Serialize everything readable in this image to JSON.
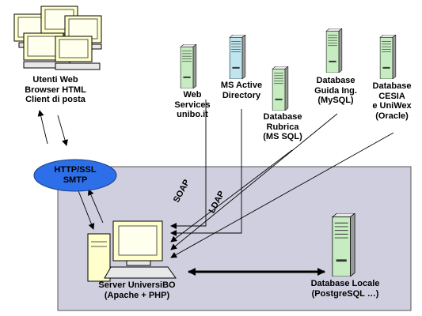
{
  "colors": {
    "panel": "#cfcfdf",
    "oval": "#2d6fe8",
    "server": "#c7ecc2",
    "server_alt": "#bfe6ee",
    "monitor": "#ffffcc"
  },
  "nodes": {
    "clients": {
      "lines": [
        "Utenti Web",
        "Browser HTML",
        "Client di posta"
      ]
    },
    "protocol": {
      "lines": [
        "HTTP/SSL",
        "SMTP"
      ]
    },
    "web_services": {
      "lines": [
        "Web",
        "Services",
        "unibo.it"
      ]
    },
    "ms_active_directory": {
      "lines": [
        "MS Active",
        "Directory"
      ]
    },
    "database_rubrica": {
      "lines": [
        "Database",
        "Rubrica",
        "(MS SQL)"
      ]
    },
    "database_guida": {
      "lines": [
        "Database",
        "Guida Ing.",
        "(MySQL)"
      ]
    },
    "database_cesia": {
      "lines": [
        "Database",
        "CESIA",
        "e UniWex",
        "(Oracle)"
      ]
    },
    "server_universibo": {
      "lines": [
        "Server UniversiBO",
        "(Apache + PHP)"
      ]
    },
    "database_locale": {
      "lines": [
        "Database Locale",
        "(PostgreSQL …)"
      ]
    }
  },
  "edges": {
    "soap": "SOAP",
    "ldap": "LDAP"
  },
  "icons": {
    "server_tower": "server-tower-icon",
    "workstation": "desktop-computer-icon"
  }
}
